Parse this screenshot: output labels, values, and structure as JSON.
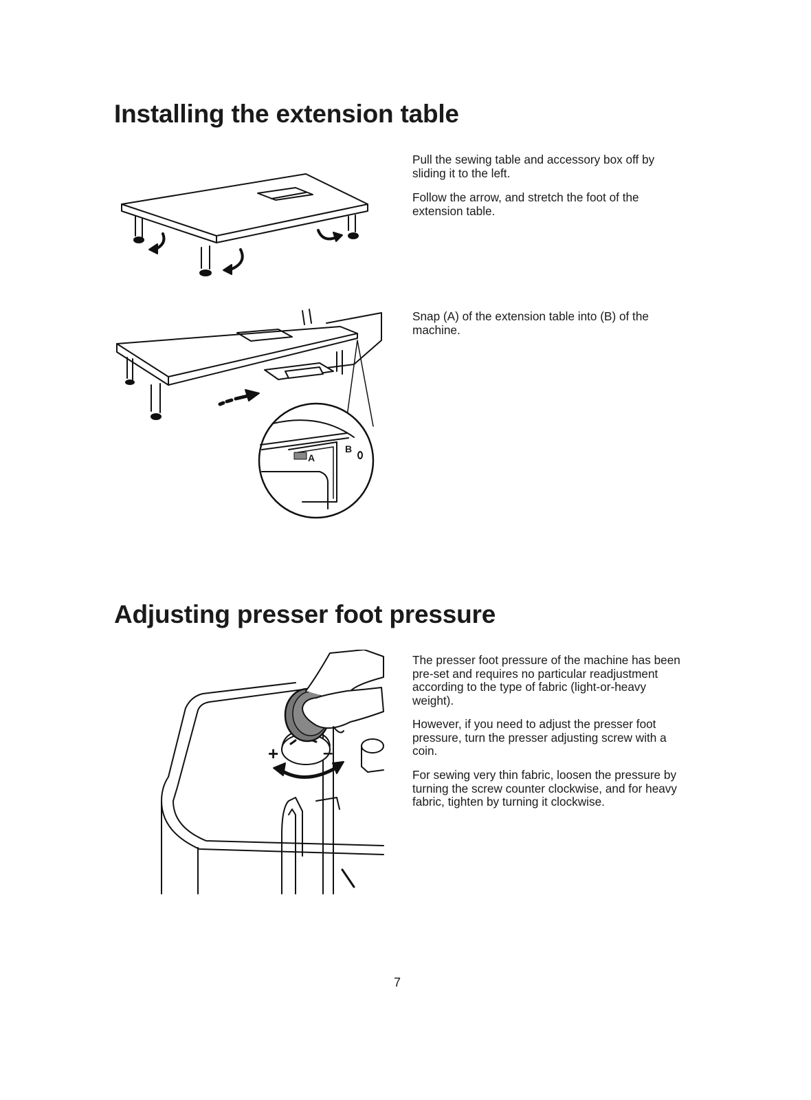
{
  "section1": {
    "title": "Installing the extension table",
    "step1_p1": "Pull the sewing table and accessory box off by sliding it to the left.",
    "step1_p2": "Follow the arrow, and stretch the foot of the extension table.",
    "step2_p1": "Snap (A) of the extension table into (B) of the machine.",
    "figure2_label_a": "A",
    "figure2_label_b": "B"
  },
  "section2": {
    "title": "Adjusting presser foot pressure",
    "p1": "The presser foot pressure of the machine has been pre-set and requires no particular readjustment according to the type of fabric (light-or-heavy weight).",
    "p2": "However, if you need to adjust the presser foot pressure, turn the presser adjusting screw with a coin.",
    "p3": "For sewing very thin fabric, loosen the pressure by turning the screw counter clockwise, and for heavy fabric, tighten by turning it clockwise.",
    "figure3_plus": "+",
    "figure3_minus": "–"
  },
  "page_number": "7"
}
